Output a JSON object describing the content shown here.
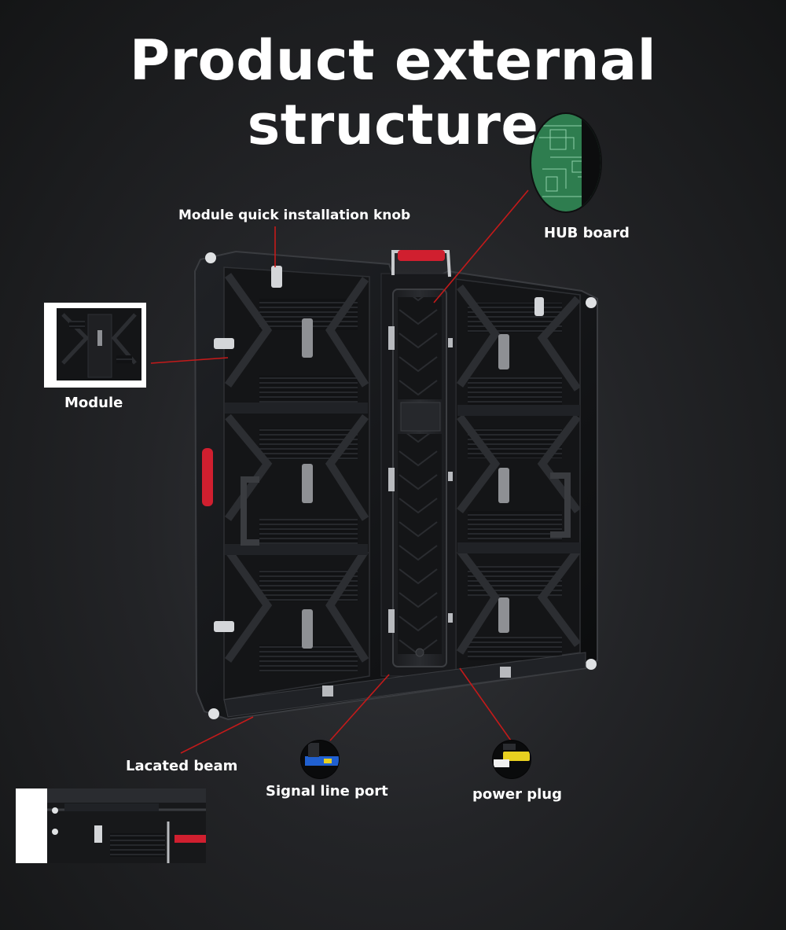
{
  "title": "Product external structure",
  "callouts": {
    "knob": "Module quick installation knob",
    "hub": "HUB board",
    "module": "Module",
    "beam": "Lacated beam",
    "signal": "Signal line port",
    "power": "power plug"
  },
  "colors": {
    "background": "#1c1d20",
    "cabinet": "#0d0e10",
    "leader_line": "#c41a1a",
    "handle_red": "#d01f2f",
    "pcb_green": "#2e7d4f",
    "connector_blue": "#2060d0",
    "plug_yellow": "#e8d020"
  },
  "icons": [
    "hub-board-thumbnail",
    "module-thumbnail",
    "signal-port-thumbnail",
    "power-plug-thumbnail",
    "beam-detail-thumbnail"
  ]
}
